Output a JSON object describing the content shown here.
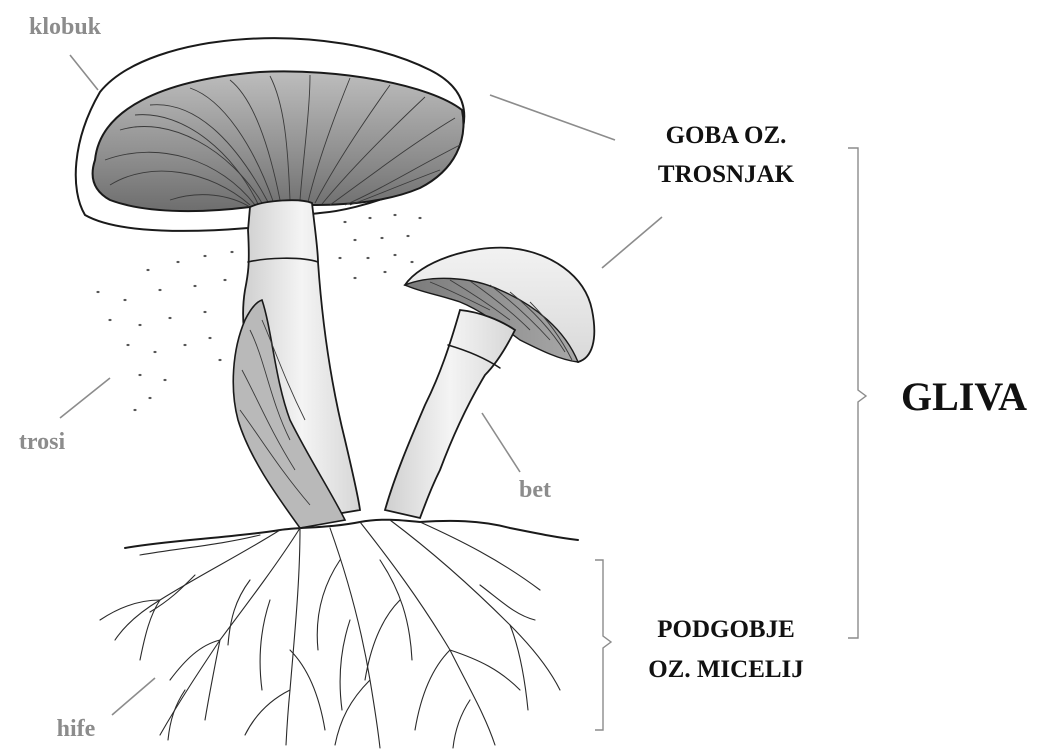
{
  "labels": {
    "cap": "klobuk",
    "spores": "trosi",
    "stem": "bet",
    "hyphae": "hife",
    "fruiting_body_line1": "GOBA OZ.",
    "fruiting_body_line2": "TROSNJAK",
    "mycelium_line1": "PODGOBJE",
    "mycelium_line2": "OZ. MICELIJ",
    "fungus": "GLIVA"
  },
  "colors": {
    "grey_label": "#8c8c8c",
    "dark_label": "#111111",
    "ink": "#1a1a1a"
  }
}
